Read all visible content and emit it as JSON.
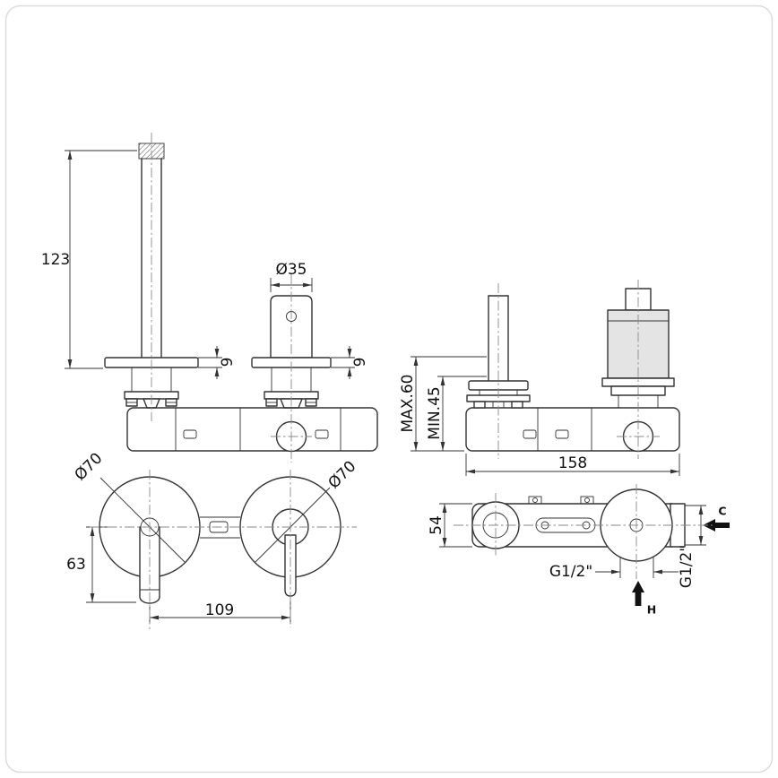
{
  "drawing": {
    "type": "technical-installation-diagram",
    "subject": "wall-mounted-basin-mixer-tap",
    "labels": {
      "dim_123": "123",
      "dim_o35": "Ø35",
      "dim_9_left": "9",
      "dim_9_right": "9",
      "dim_max60": "MAX.60",
      "dim_min45": "MIN.45",
      "dim_158": "158",
      "dim_o70_left": "Ø70",
      "dim_o70_right": "Ø70",
      "dim_63": "63",
      "dim_109": "109",
      "dim_54": "54",
      "dim_g12_bottom": "G1/2\"",
      "dim_g12_side": "G1/2\"",
      "label_cold": "C",
      "label_hot": "H"
    },
    "colors": {
      "line": "#333333",
      "cline": "#8a8a8a",
      "cart": "#e4e4e4",
      "border": "#dcdcdc",
      "arrow": "#111111"
    }
  }
}
